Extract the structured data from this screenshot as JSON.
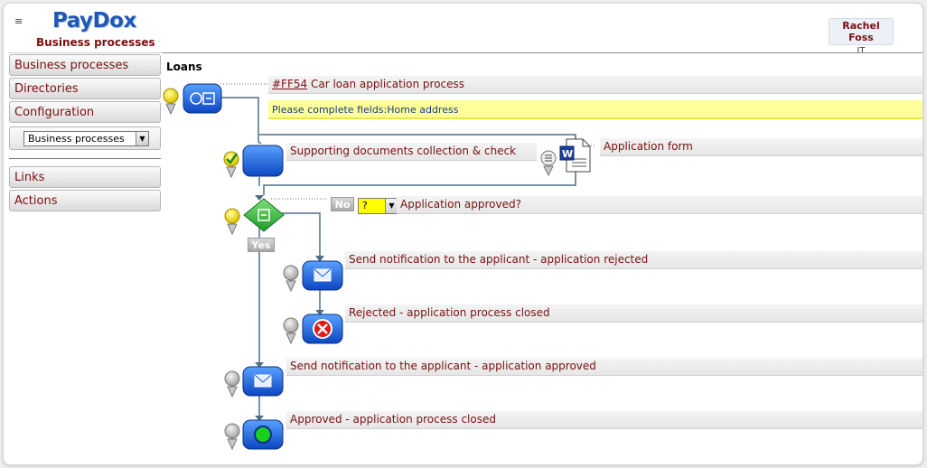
{
  "app": {
    "logo": "PayDox",
    "subtitle": "Business processes"
  },
  "user": {
    "name": "Rachel Foss",
    "department": "IT"
  },
  "sidebar": {
    "items": [
      {
        "label": "Business processes"
      },
      {
        "label": "Directories"
      },
      {
        "label": "Configuration"
      }
    ],
    "select_value": "Business processes",
    "items2": [
      {
        "label": "Links"
      },
      {
        "label": "Actions"
      }
    ]
  },
  "main": {
    "section_title": "Loans",
    "process": {
      "id": "#FF54",
      "title": "Car loan application process",
      "notice": "Please complete fields:Home address"
    },
    "steps": {
      "collect": "Supporting documents collection & check",
      "doc": "Application form",
      "decision": "Application approved?",
      "decision_value": "?",
      "no_label": "No",
      "yes_label": "Yes",
      "notify_rejected": "Send notification to the applicant - application rejected",
      "rejected_closed": "Rejected - application process closed",
      "notify_approved": "Send notification to the applicant - application approved",
      "approved_closed": "Approved - application process closed"
    }
  },
  "colors": {
    "accent": "#7a1010",
    "brand": "#1f57b5",
    "node_blue": "#1a5fd8",
    "decision_green": "#2fb83a",
    "notice_yellow": "#ffff99"
  }
}
